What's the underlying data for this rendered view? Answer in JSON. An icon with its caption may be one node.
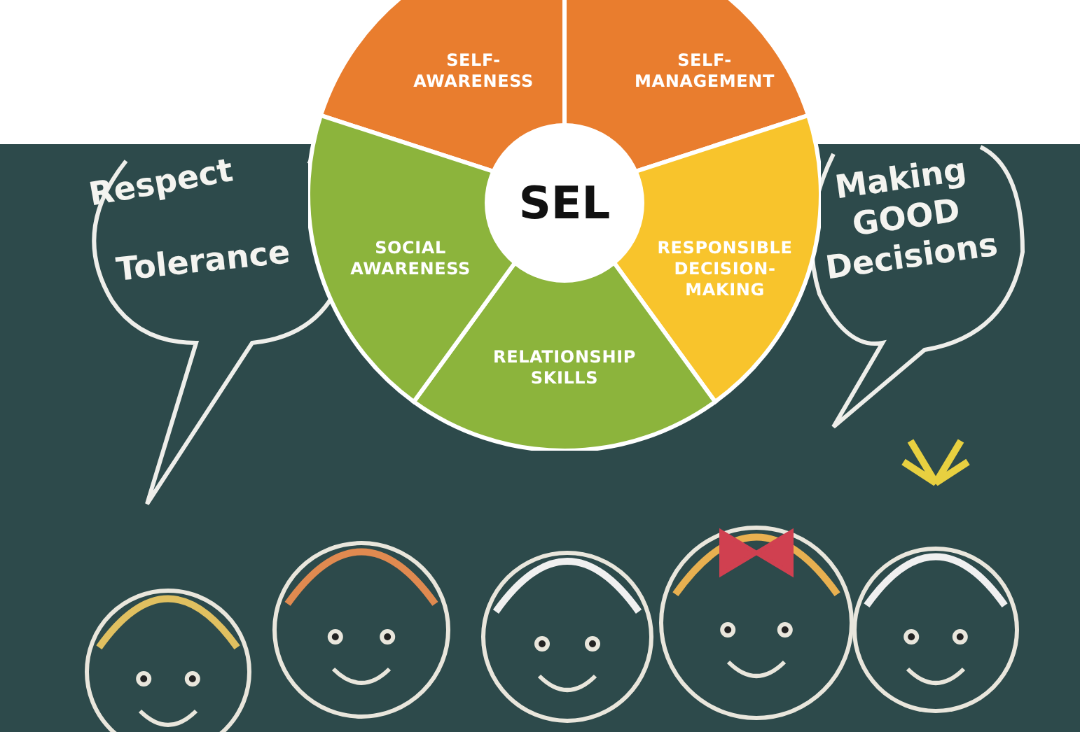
{
  "diagram": {
    "nodes": [
      {
        "text": [
          "SEL"
        ]
      },
      {
        "text": [
          "SELF-AWARENESS"
        ]
      },
      {
        "text": [
          "SELF-MANAGEMENT"
        ]
      },
      {
        "text": [
          "RESPONSIBLE DECISION-MAKING"
        ]
      },
      {
        "text": [
          "RELATIONSHIP SKILLS"
        ]
      },
      {
        "text": [
          "SOCIAL AWARENESS"
        ]
      },
      {
        "text": [
          "Respect",
          "Tolerance"
        ]
      },
      {
        "text": [
          "Making GOOD Decisions"
        ]
      }
    ],
    "edges": []
  }
}
